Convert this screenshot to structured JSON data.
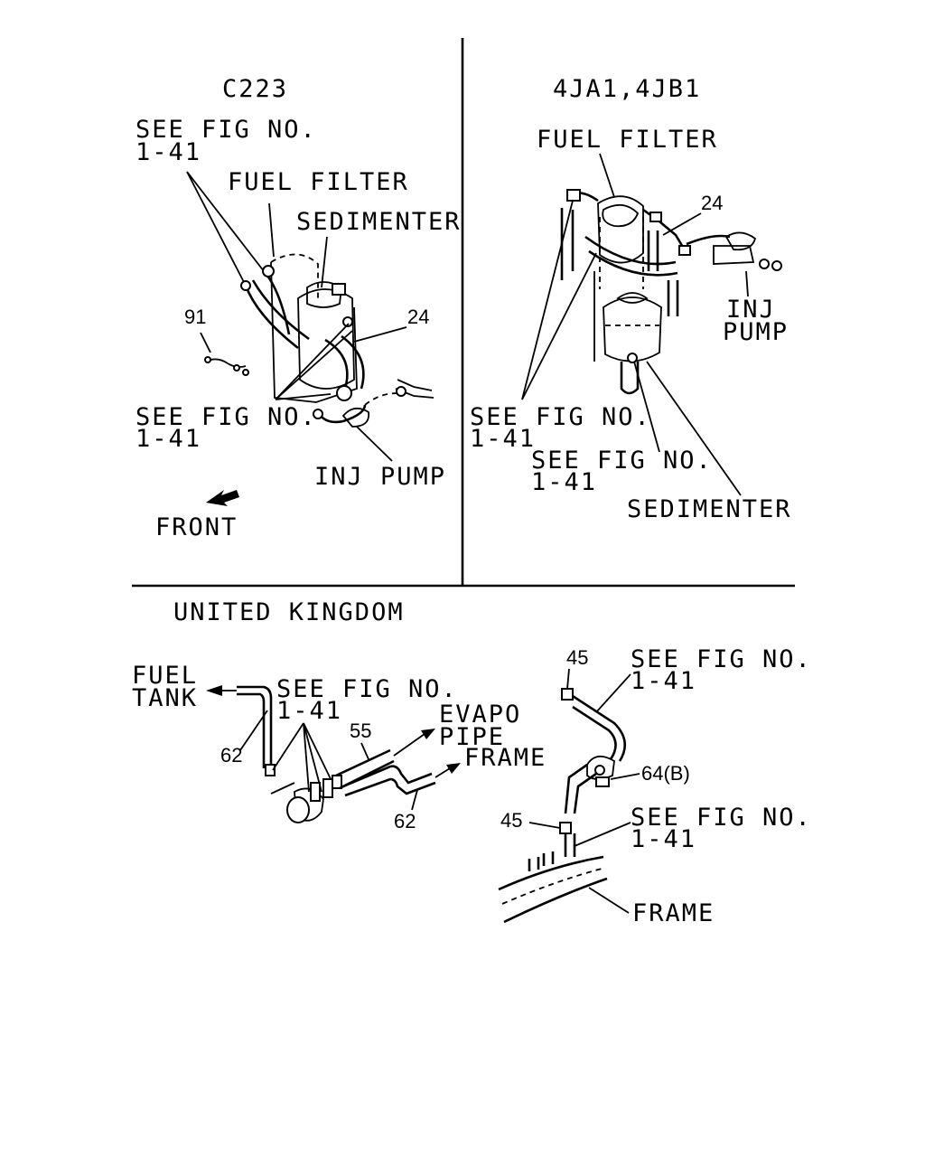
{
  "panels": {
    "c223": {
      "title": "C223",
      "see_fig_top": [
        "SEE FIG NO.",
        "1-41"
      ],
      "fuel_filter": "FUEL FILTER",
      "sedimenter": "SEDIMENTER",
      "part_91": "91",
      "part_24": "24",
      "see_fig_bottom": [
        "SEE FIG NO.",
        "1-41"
      ],
      "inj_pump": "INJ PUMP",
      "front": "FRONT"
    },
    "jengines": {
      "title": "4JA1,4JB1",
      "fuel_filter": "FUEL FILTER",
      "part_24": "24",
      "inj_pump": [
        "INJ",
        "PUMP"
      ],
      "see_fig_a": [
        "SEE FIG NO.",
        "1-41"
      ],
      "see_fig_b": [
        "SEE FIG NO.",
        "1-41"
      ],
      "sedimenter": "SEDIMENTER"
    },
    "uk": {
      "title": "UNITED KINGDOM",
      "fuel_tank": [
        "FUEL",
        "TANK"
      ],
      "see_fig_left": [
        "SEE FIG NO.",
        "1-41"
      ],
      "part_62_a": "62",
      "part_55": "55",
      "evapo_pipe": [
        "EVAPO",
        "PIPE"
      ],
      "frame_arrow": "FRAME",
      "part_62_b": "62",
      "part_45_top": "45",
      "see_fig_right_top": [
        "SEE FIG NO.",
        "1-41"
      ],
      "part_64b": "64(B)",
      "part_45_bottom": "45",
      "see_fig_right_bottom": [
        "SEE FIG NO.",
        "1-41"
      ],
      "frame": "FRAME"
    }
  },
  "icons": [
    "front-arrow-icon",
    "arrow-icon"
  ]
}
